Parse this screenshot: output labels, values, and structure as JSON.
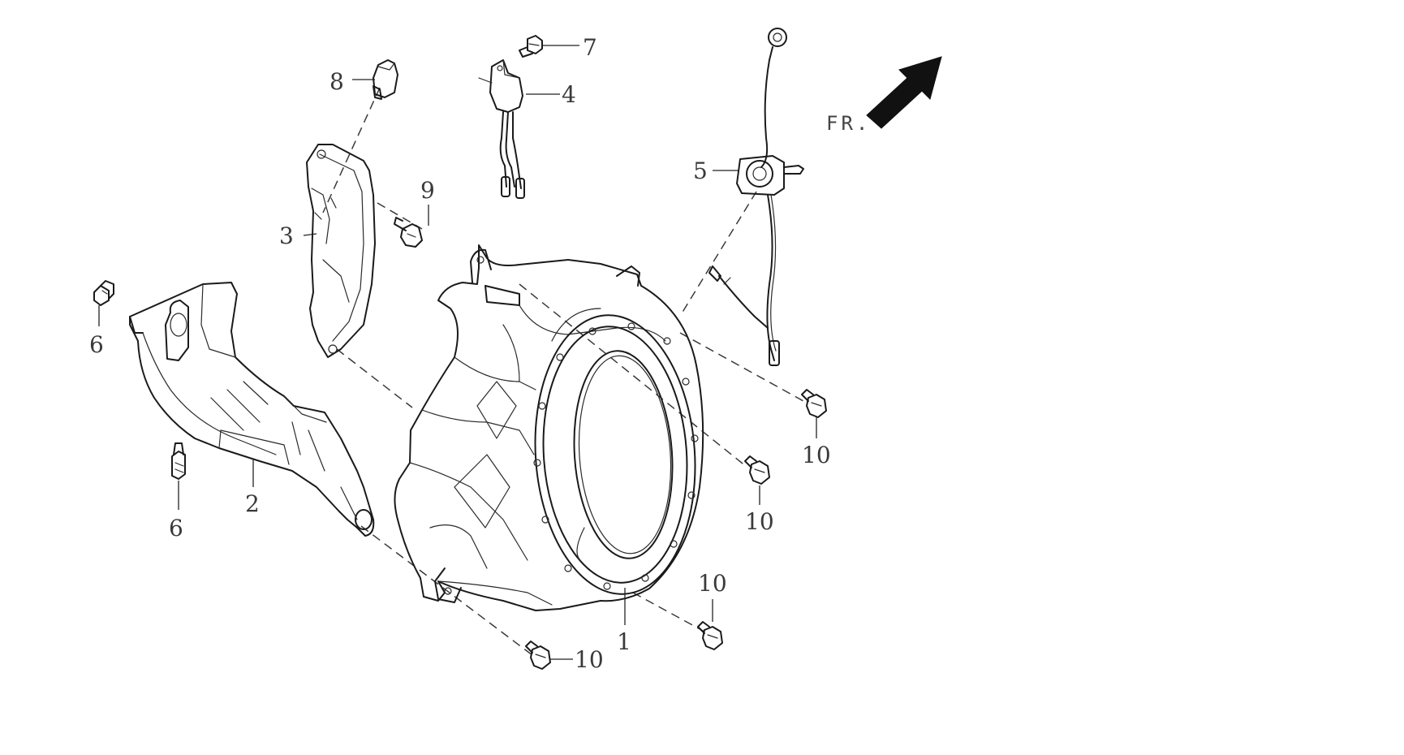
{
  "diagram": {
    "front_indicator": "FR.",
    "callouts": {
      "p1": "1",
      "p2": "2",
      "p3": "3",
      "p4": "4",
      "p5": "5",
      "p6a": "6",
      "p6b": "6",
      "p7": "7",
      "p8": "8",
      "p9": "9",
      "p10a": "10",
      "p10b": "10",
      "p10c": "10",
      "p10d": "10"
    }
  }
}
